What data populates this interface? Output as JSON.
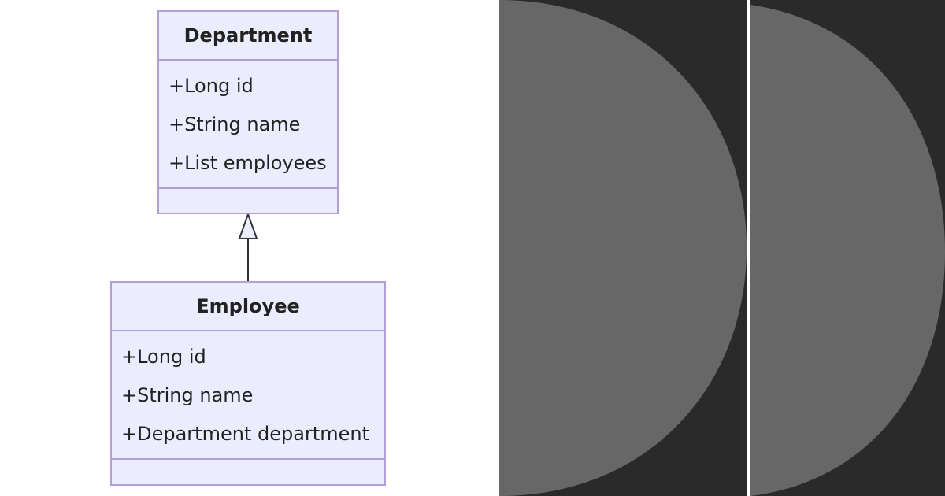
{
  "diagram": {
    "classes": [
      {
        "name": "Department",
        "attributes": [
          "+Long id",
          "+String name",
          "+List employees"
        ]
      },
      {
        "name": "Employee",
        "attributes": [
          "+Long id",
          "+String name",
          "+Department department"
        ]
      }
    ],
    "relationship": {
      "type": "inheritance",
      "from": "Employee",
      "to": "Department"
    },
    "colors": {
      "class_fill": "#ececff",
      "class_border": "#b29fd8",
      "connector": "#333333"
    }
  },
  "side_panels": {
    "background": "#2a2a2a",
    "shape_fill": "#676767",
    "shape": "half-circle"
  }
}
